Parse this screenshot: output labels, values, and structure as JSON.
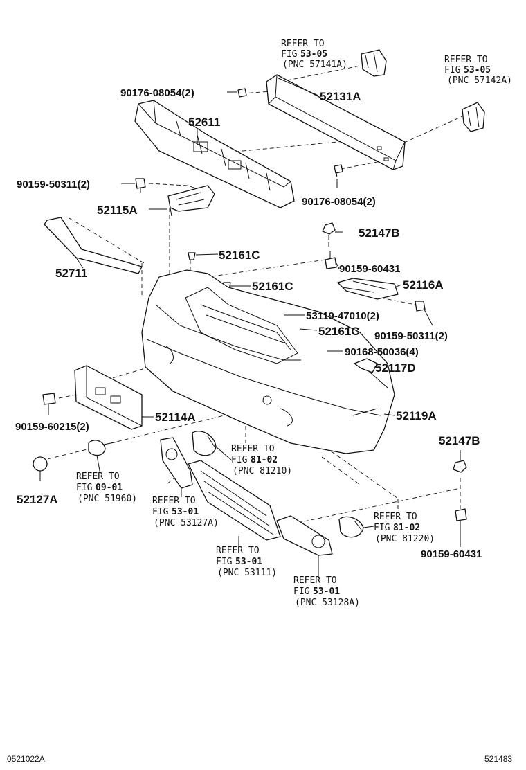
{
  "parts": {
    "p90176_top": "90176-08054(2)",
    "p52131A": "52131A",
    "p52611": "52611",
    "p90159_50311_left": "90159-50311(2)",
    "p52115A": "52115A",
    "p90176_mid": "90176-08054(2)",
    "p52147B_top": "52147B",
    "p52711": "52711",
    "p52161C_a": "52161C",
    "p90159_60431_top": "90159-60431",
    "p52161C_b": "52161C",
    "p52116A": "52116A",
    "p53119": "53119-47010(2)",
    "p90159_50311_right": "90159-50311(2)",
    "p52161C_c": "52161C",
    "p90168": "90168-50036(4)",
    "p52117D": "52117D",
    "p90159_60215": "90159-60215(2)",
    "p52114A": "52114A",
    "p52119A": "52119A",
    "p52147B_bottom": "52147B",
    "p52127A": "52127A",
    "p90159_60431_bottom": "90159-60431"
  },
  "refs": {
    "r57141A": {
      "l1": "REFER TO",
      "fig": "FIG",
      "num": "53-05",
      "pnc": "(PNC 57141A)"
    },
    "r57142A": {
      "l1": "REFER TO",
      "fig": "FIG",
      "num": "53-05",
      "pnc": "(PNC 57142A)"
    },
    "r81210": {
      "l1": "REFER TO",
      "fig": "FIG",
      "num": "81-02",
      "pnc": "(PNC 81210)"
    },
    "r51960": {
      "l1": "REFER TO",
      "fig": "FIG",
      "num": "09-01",
      "pnc": "(PNC 51960)"
    },
    "r53127A": {
      "l1": "REFER TO",
      "fig": "FIG",
      "num": "53-01",
      "pnc": "(PNC 53127A)"
    },
    "r81220": {
      "l1": "REFER TO",
      "fig": "FIG",
      "num": "81-02",
      "pnc": "(PNC 81220)"
    },
    "r53111": {
      "l1": "REFER TO",
      "fig": "FIG",
      "num": "53-01",
      "pnc": "(PNC 53111)"
    },
    "r53128A": {
      "l1": "REFER TO",
      "fig": "FIG",
      "num": "53-01",
      "pnc": "(PNC 53128A)"
    }
  },
  "footer": {
    "left": "0521022A",
    "right": "521483"
  }
}
